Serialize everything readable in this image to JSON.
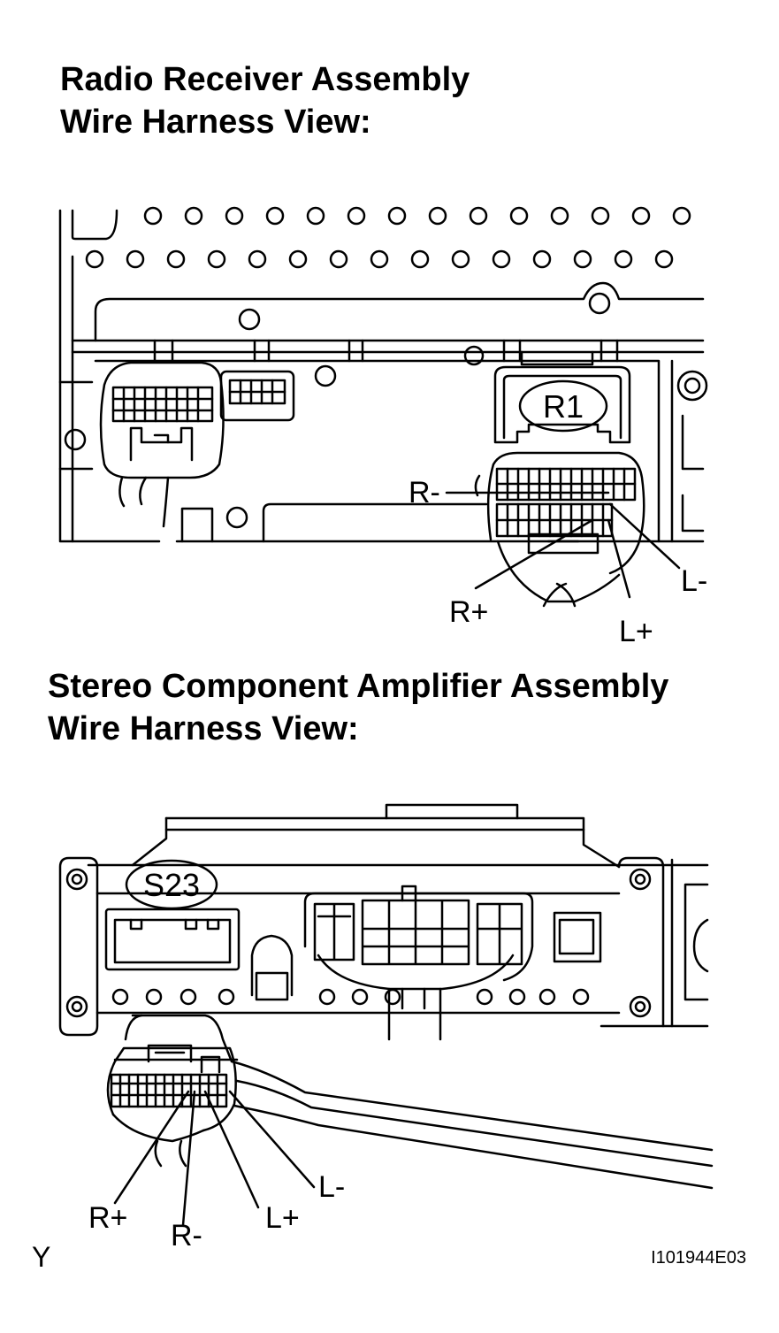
{
  "section1": {
    "title_line1": "Radio Receiver Assembly",
    "title_line2": "Wire Harness View:",
    "connector_code": "R1",
    "pins": {
      "r_minus": "R-",
      "r_plus": "R+",
      "l_plus": "L+",
      "l_minus": "L-"
    }
  },
  "section2": {
    "title_line1": "Stereo Component Amplifier Assembly",
    "title_line2": "Wire Harness View:",
    "connector_code": "S23",
    "pins": {
      "r_plus": "R+",
      "r_minus": "R-",
      "l_plus": "L+",
      "l_minus": "L-"
    }
  },
  "footer": {
    "left_mark": "Y",
    "figure_id": "I101944E03"
  }
}
